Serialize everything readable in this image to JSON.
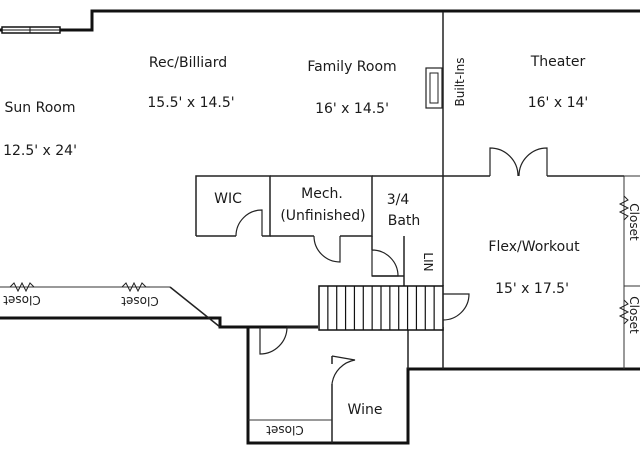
{
  "rooms": {
    "sun_room": {
      "name": "Sun Room",
      "dims": "12.5' x 24'"
    },
    "rec_billiard": {
      "name": "Rec/Billiard",
      "dims": "15.5' x 14.5'"
    },
    "family_room": {
      "name": "Family Room",
      "dims": "16' x 14.5'"
    },
    "theater": {
      "name": "Theater",
      "dims": "16' x 14'"
    },
    "built_ins": {
      "name": "Built-Ins"
    },
    "wic": {
      "name": "WIC"
    },
    "mech": {
      "name": "Mech.",
      "note": "(Unfinished)"
    },
    "bath": {
      "name": "3/4",
      "name2": "Bath"
    },
    "lin": {
      "name": "LIN"
    },
    "flex": {
      "name": "Flex/Workout",
      "dims": "15' x 17.5'"
    },
    "wine": {
      "name": "Wine"
    }
  },
  "closets": {
    "left_1": "Closet",
    "left_2": "Closet",
    "right_top": "Closet",
    "right_bottom": "Closet",
    "bottom": "Closet"
  }
}
